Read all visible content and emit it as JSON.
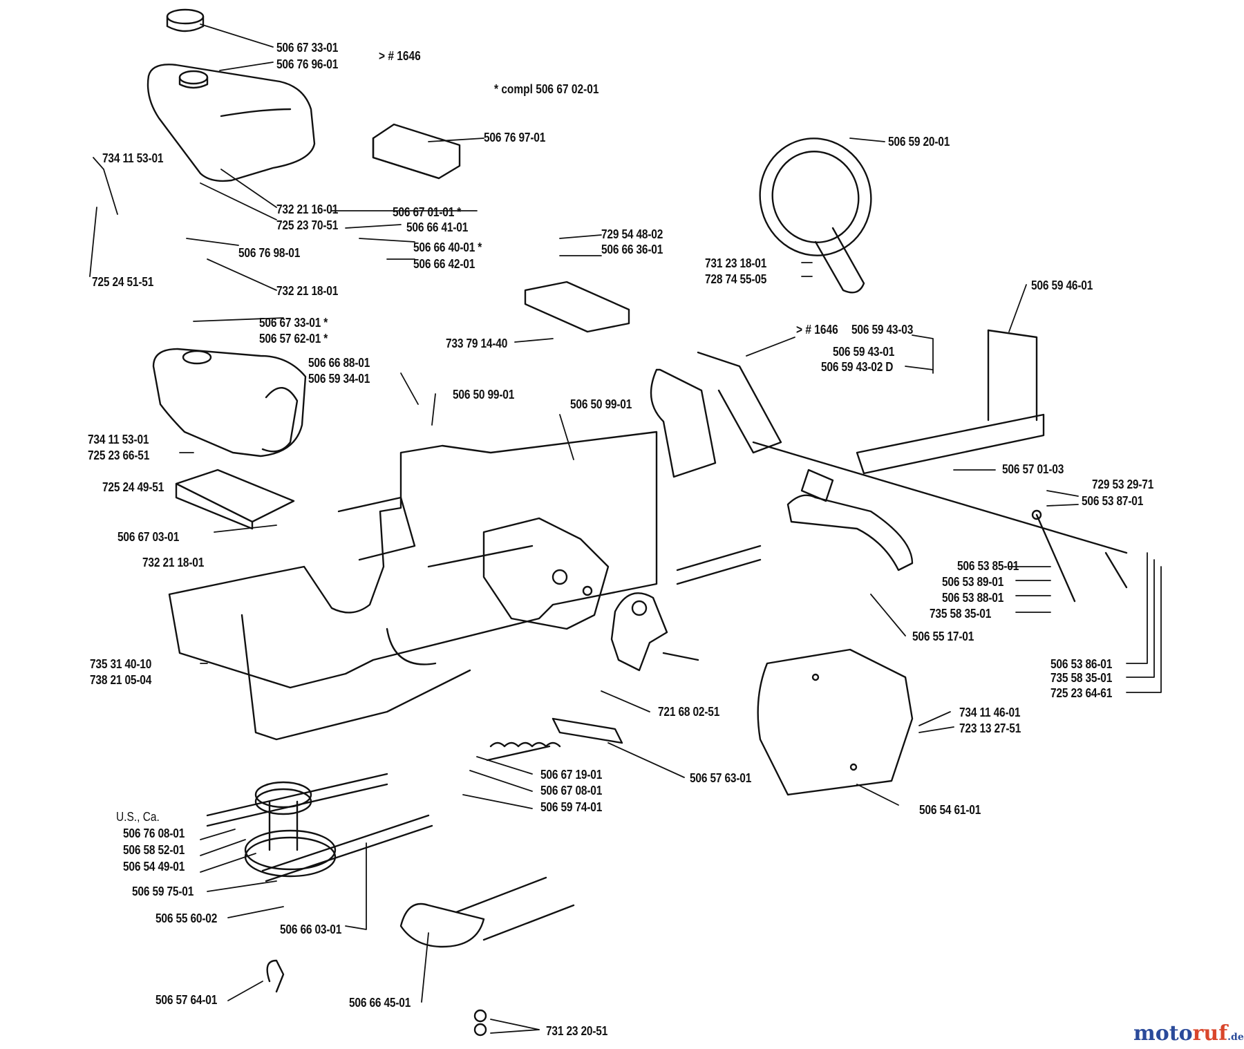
{
  "diagram": {
    "notes": {
      "compl": "*  compl 506 67 02-01",
      "us_ca": "U.S., Ca.",
      "model_1646": "> # 1646",
      "model_1646_b": "> # 1646"
    },
    "parts": [
      {
        "id": "p01",
        "text": "506 67 33-01"
      },
      {
        "id": "p02",
        "text": "506 76 96-01"
      },
      {
        "id": "p03",
        "text": "506 76 97-01"
      },
      {
        "id": "p04",
        "text": "734 11 53-01"
      },
      {
        "id": "p05",
        "text": "732 21 16-01"
      },
      {
        "id": "p06",
        "text": "725 23 70-51"
      },
      {
        "id": "p07",
        "text": "506 76 98-01"
      },
      {
        "id": "p08",
        "text": "725 24 51-51"
      },
      {
        "id": "p09",
        "text": "732 21 18-01"
      },
      {
        "id": "p10",
        "text": "506 67 01-01  *"
      },
      {
        "id": "p11",
        "text": "506 66 41-01"
      },
      {
        "id": "p12",
        "text": "506 66 40-01  *"
      },
      {
        "id": "p13",
        "text": "506 66 42-01"
      },
      {
        "id": "p14",
        "text": "506 59 20-01"
      },
      {
        "id": "p15",
        "text": "729 54 48-02"
      },
      {
        "id": "p16",
        "text": "506 66 36-01"
      },
      {
        "id": "p17",
        "text": "731 23 18-01"
      },
      {
        "id": "p18",
        "text": "728 74 55-05"
      },
      {
        "id": "p19",
        "text": "506 59 46-01"
      },
      {
        "id": "p20",
        "text": "506 67 33-01  *"
      },
      {
        "id": "p21",
        "text": "506 57 62-01  *"
      },
      {
        "id": "p22",
        "text": "733 79 14-40"
      },
      {
        "id": "p23",
        "text": "506 59 43-03"
      },
      {
        "id": "p24",
        "text": "506 59 43-01"
      },
      {
        "id": "p25",
        "text": "506 59 43-02 D"
      },
      {
        "id": "p26",
        "text": "506 66 88-01"
      },
      {
        "id": "p27",
        "text": "506 59 34-01"
      },
      {
        "id": "p28",
        "text": "506 50 99-01"
      },
      {
        "id": "p29",
        "text": "506 50 99-01"
      },
      {
        "id": "p30",
        "text": "734 11 53-01"
      },
      {
        "id": "p31",
        "text": "725 23 66-51"
      },
      {
        "id": "p32",
        "text": "725 24 49-51"
      },
      {
        "id": "p33",
        "text": "506 57 01-03"
      },
      {
        "id": "p34",
        "text": "729 53 29-71"
      },
      {
        "id": "p35",
        "text": "506 53 87-01"
      },
      {
        "id": "p36",
        "text": "506 67 03-01"
      },
      {
        "id": "p37",
        "text": "732 21 18-01"
      },
      {
        "id": "p38",
        "text": "506 53 85-01"
      },
      {
        "id": "p39",
        "text": "506 53 89-01"
      },
      {
        "id": "p40",
        "text": "506 53 88-01"
      },
      {
        "id": "p41",
        "text": "735 58 35-01"
      },
      {
        "id": "p42",
        "text": "506 55 17-01"
      },
      {
        "id": "p43",
        "text": "735 31 40-10"
      },
      {
        "id": "p44",
        "text": "738 21 05-04"
      },
      {
        "id": "p45",
        "text": "506 53 86-01"
      },
      {
        "id": "p46",
        "text": "735 58 35-01"
      },
      {
        "id": "p47",
        "text": "725 23 64-61"
      },
      {
        "id": "p48",
        "text": "721 68 02-51"
      },
      {
        "id": "p49",
        "text": "734 11 46-01"
      },
      {
        "id": "p50",
        "text": "723 13 27-51"
      },
      {
        "id": "p51",
        "text": "506 57 63-01"
      },
      {
        "id": "p52",
        "text": "506 67 19-01"
      },
      {
        "id": "p53",
        "text": "506 67 08-01"
      },
      {
        "id": "p54",
        "text": "506 59 74-01"
      },
      {
        "id": "p55",
        "text": "506 54 61-01"
      },
      {
        "id": "p56",
        "text": "506 76 08-01"
      },
      {
        "id": "p57",
        "text": "506 58 52-01"
      },
      {
        "id": "p58",
        "text": "506 54 49-01"
      },
      {
        "id": "p59",
        "text": "506 59 75-01"
      },
      {
        "id": "p60",
        "text": "506 55 60-02"
      },
      {
        "id": "p61",
        "text": "506 66 03-01"
      },
      {
        "id": "p62",
        "text": "506 57 64-01"
      },
      {
        "id": "p63",
        "text": "506 66 45-01"
      },
      {
        "id": "p64",
        "text": "731 23 20-51"
      }
    ]
  },
  "watermark": {
    "part1": "moto",
    "part2": "ruf",
    "tld": ".de"
  }
}
